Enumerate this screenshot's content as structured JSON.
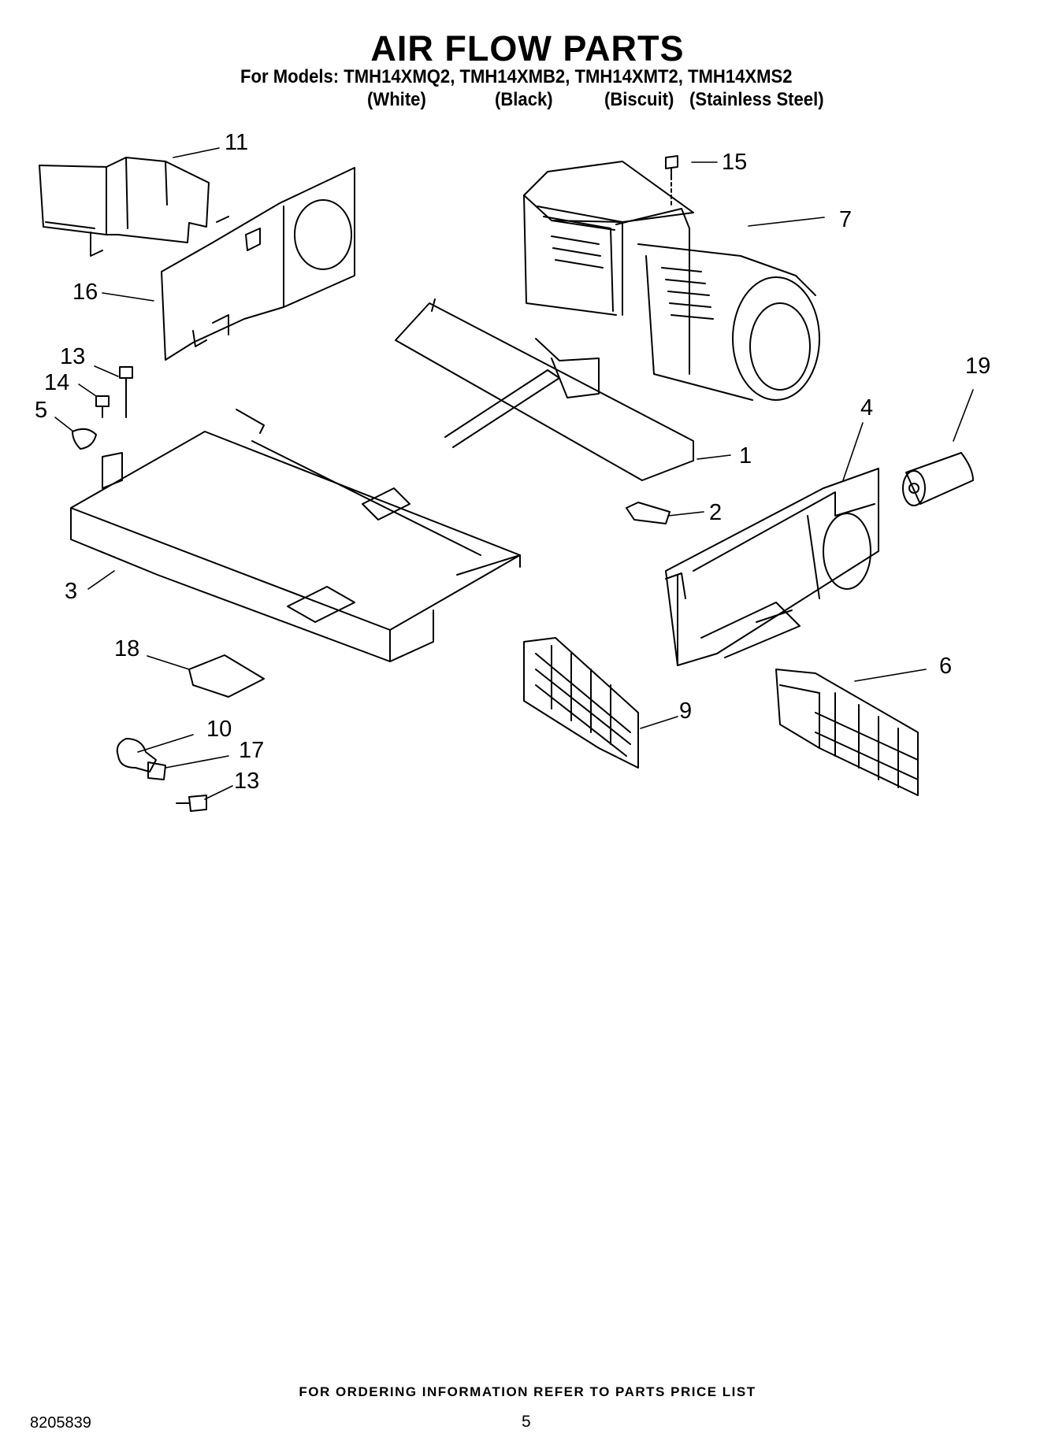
{
  "header": {
    "title": "AIR FLOW PARTS",
    "models_line": "For Models: TMH14XMQ2, TMH14XMB2, TMH14XMT2, TMH14XMS2",
    "variants": [
      "(White)",
      "(Black)",
      "(Biscuit)",
      "(Stainless Steel)"
    ]
  },
  "diagram": {
    "callouts": [
      "1",
      "2",
      "3",
      "4",
      "5",
      "6",
      "7",
      "9",
      "10",
      "11",
      "13",
      "14",
      "15",
      "16",
      "17",
      "18",
      "19",
      "13"
    ]
  },
  "footer": {
    "note": "FOR ORDERING INFORMATION REFER TO PARTS PRICE LIST",
    "doc_number": "8205839",
    "page": "5"
  }
}
